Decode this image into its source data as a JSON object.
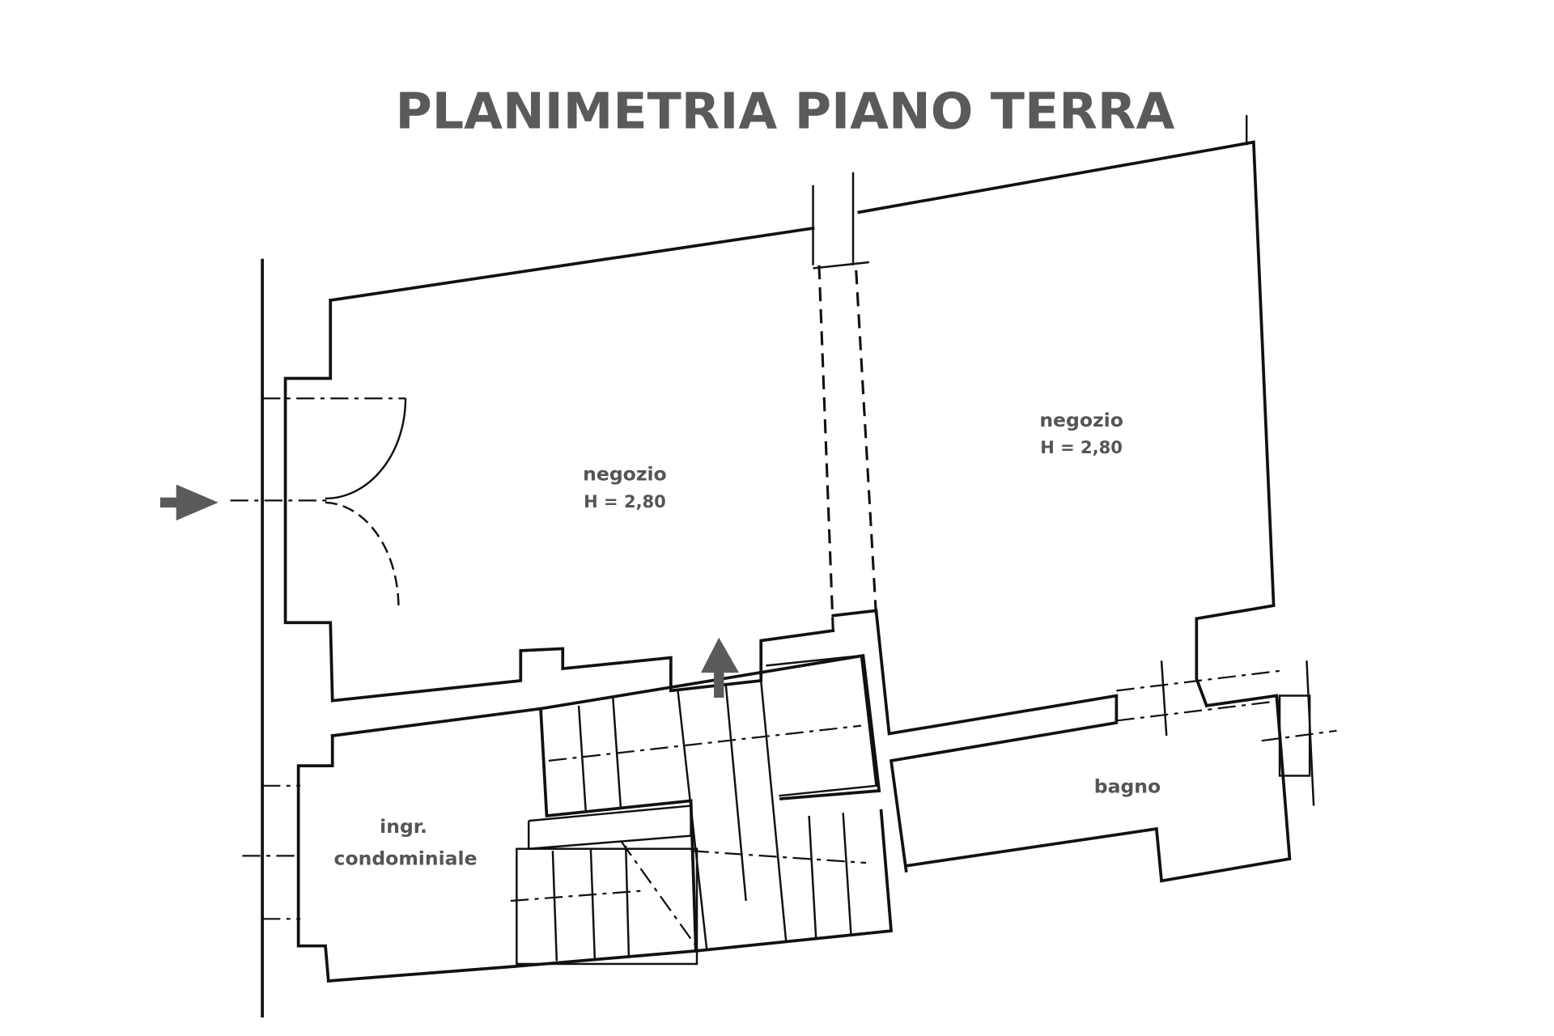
{
  "title": "PLANIMETRIA PIANO TERRA",
  "rooms": [
    {
      "name": "negozio",
      "height": "H = 2,80"
    },
    {
      "name": "negozio",
      "height": "H = 2,80"
    },
    {
      "name": "bagno"
    },
    {
      "name": "ingr.",
      "name2": "condominiale"
    }
  ],
  "colors": {
    "arrow": "#5a5a5a",
    "lines": "#111111",
    "text": "#555555"
  }
}
